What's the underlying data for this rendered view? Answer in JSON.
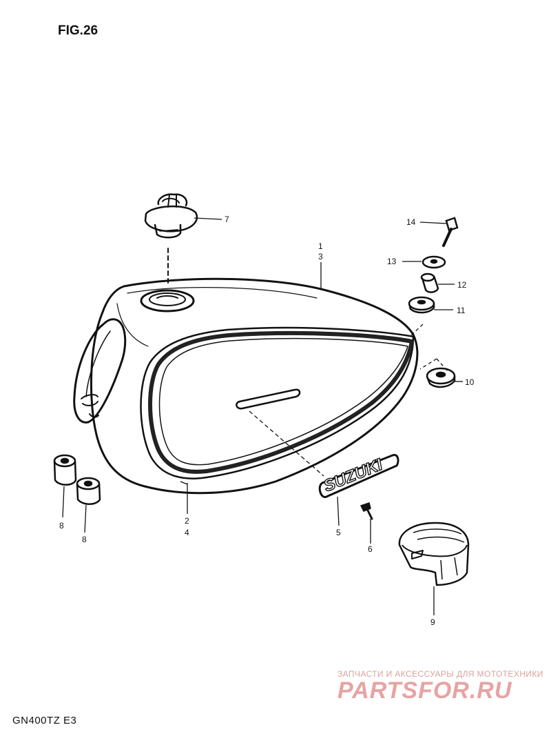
{
  "figure": {
    "title": "FIG.26"
  },
  "model": "GN400TZ  E3",
  "watermark": {
    "text": "ЗАПЧАСТИ И АКСЕССУАРЫ ДЛЯ МОТОТЕХНИКИ",
    "logo": "PARTSFOR.RU",
    "color": "#e7a3a3"
  },
  "emblem": {
    "text": "SUZUKI"
  },
  "callouts": {
    "c1": "1",
    "c3": "3",
    "c2": "2",
    "c4": "4",
    "c5": "5",
    "c6": "6",
    "c7": "7",
    "c8a": "8",
    "c8b": "8",
    "c9": "9",
    "c10": "10",
    "c11": "11",
    "c12": "12",
    "c13": "13",
    "c14": "14"
  }
}
